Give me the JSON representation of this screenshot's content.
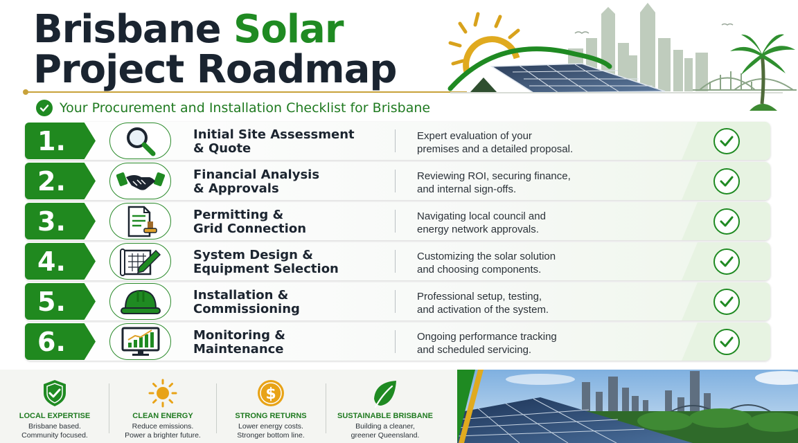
{
  "header": {
    "title_line1_part1": "Brisbane ",
    "title_line1_part2": "Solar",
    "title_line2": "Project Roadmap",
    "subtitle": "Your Procurement and Installation Checklist for Brisbane"
  },
  "steps": [
    {
      "number": "1.",
      "icon": "magnifier-icon",
      "title1": "Initial Site Assessment",
      "title2": "& Quote",
      "desc1": "Expert evaluation of your",
      "desc2": "premises and a detailed proposal."
    },
    {
      "number": "2.",
      "icon": "handshake-icon",
      "title1": "Financial Analysis",
      "title2": "& Approvals",
      "desc1": "Reviewing ROI, securing finance,",
      "desc2": "and internal sign-offs."
    },
    {
      "number": "3.",
      "icon": "permit-stamp-icon",
      "title1": "Permitting &",
      "title2": "Grid Connection",
      "desc1": "Navigating local council and",
      "desc2": "energy network approvals."
    },
    {
      "number": "4.",
      "icon": "blueprint-pencil-icon",
      "title1": "System Design &",
      "title2": "Equipment Selection",
      "desc1": "Customizing the solar solution",
      "desc2": "and choosing components."
    },
    {
      "number": "5.",
      "icon": "hard-hat-icon",
      "title1": "Installation &",
      "title2": "Commissioning",
      "desc1": "Professional setup, testing,",
      "desc2": "and activation of the system."
    },
    {
      "number": "6.",
      "icon": "monitor-chart-icon",
      "title1": "Monitoring &",
      "title2": "Maintenance",
      "desc1": "Ongoing performance tracking",
      "desc2": "and scheduled servicing."
    }
  ],
  "footer": {
    "features": [
      {
        "icon": "shield-check-icon",
        "heading": "LOCAL EXPERTISE",
        "line1": "Brisbane based.",
        "line2": "Community focused."
      },
      {
        "icon": "sun-icon",
        "heading": "CLEAN ENERGY",
        "line1": "Reduce emissions.",
        "line2": "Power a brighter future."
      },
      {
        "icon": "dollar-coin-icon",
        "heading": "STRONG RETURNS",
        "line1": "Lower energy costs.",
        "line2": "Stronger bottom line."
      },
      {
        "icon": "leaf-icon",
        "heading": "SUSTAINABLE BRISBANE",
        "line1": "Building a cleaner,",
        "line2": "greener Queensland."
      }
    ]
  },
  "colors": {
    "brand_green": "#1f8a22",
    "title_dark": "#1a2430",
    "accent_gold": "#c8a23a",
    "coin_gold": "#e8a317"
  }
}
